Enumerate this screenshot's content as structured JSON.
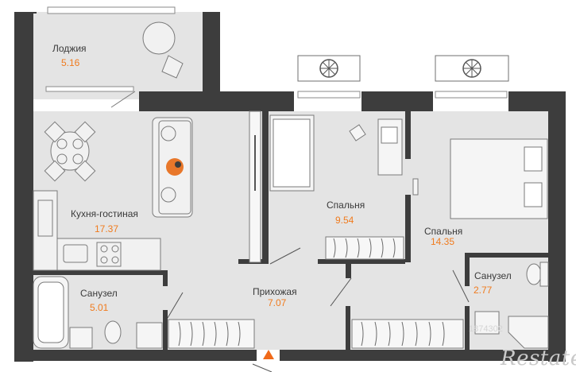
{
  "rooms": {
    "loggia": {
      "name": "Лоджия",
      "area": "5.16"
    },
    "kitchen": {
      "name": "Кухня-гостиная",
      "area": "17.37"
    },
    "bedroom1": {
      "name": "Спальня",
      "area": "9.54"
    },
    "bedroom2": {
      "name": "Спальня",
      "area": "14.35"
    },
    "bath1": {
      "name": "Санузел",
      "area": "5.01"
    },
    "bath2": {
      "name": "Санузел",
      "area": "2.77"
    },
    "hall": {
      "name": "Прихожая",
      "area": "7.07"
    }
  },
  "watermark": "1874302",
  "brand": "Restate",
  "colors": {
    "wall": "#3d3d3d",
    "floor": "#e4e4e4",
    "furniture": "#f1f1f1",
    "furniture_stroke": "#7a7a7a",
    "area_text": "#f07b1e",
    "entrance_marker": "#f06a1a"
  },
  "icons": [
    "entrance-arrow-icon",
    "ac-unit-icon",
    "cat-icon"
  ]
}
